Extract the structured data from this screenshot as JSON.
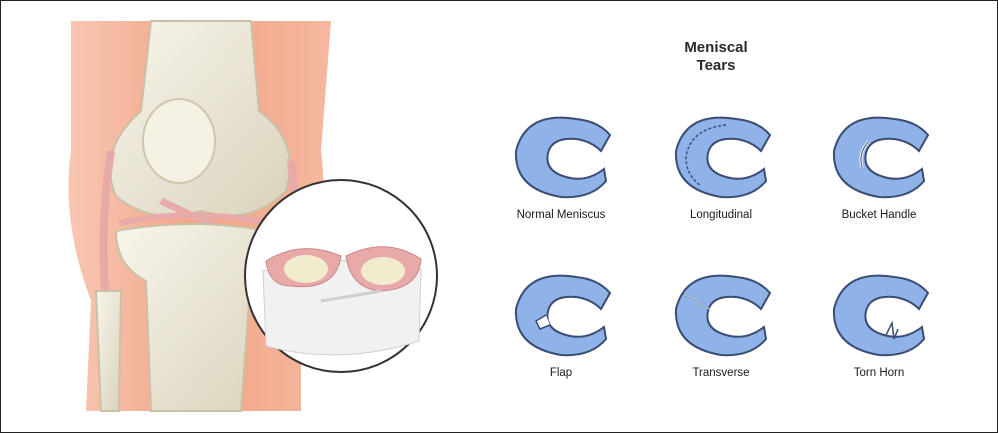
{
  "diagram": {
    "title_line1": "Meniscal",
    "title_line2": "Tears",
    "tears": [
      {
        "label": "Normal Meniscus"
      },
      {
        "label": "Longitudinal"
      },
      {
        "label": "Bucket Handle"
      },
      {
        "label": "Flap"
      },
      {
        "label": "Transverse"
      },
      {
        "label": "Torn Horn"
      }
    ]
  },
  "colors": {
    "meniscus_fill": "#8fb2e8",
    "meniscus_stroke": "#3b4d72",
    "skin": "#f2a487",
    "bone": "#ece6d4",
    "cartilage": "#e8a9a9"
  }
}
